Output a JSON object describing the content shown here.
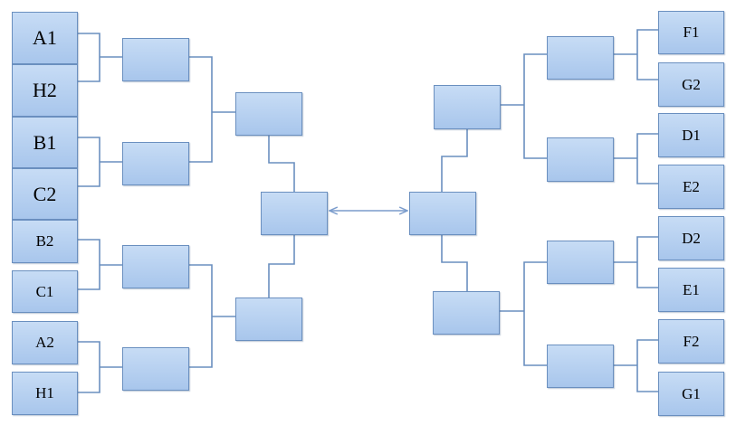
{
  "teams": {
    "A1": "A1",
    "H2": "H2",
    "B1": "B1",
    "C2": "C2",
    "B2": "B2",
    "C1": "C1",
    "A2": "A2",
    "H1": "H1",
    "F1": "F1",
    "G2": "G2",
    "D1": "D1",
    "E2": "E2",
    "D2": "D2",
    "E1": "E1",
    "F2": "F2",
    "G1": "G1"
  },
  "colors": {
    "box_border": "#6a8fbf",
    "box_fill_top": "#c7dcf5",
    "box_fill_bottom": "#a8c6ec",
    "connector": "#6a8fbf",
    "arrow": "#7a9ccc"
  }
}
